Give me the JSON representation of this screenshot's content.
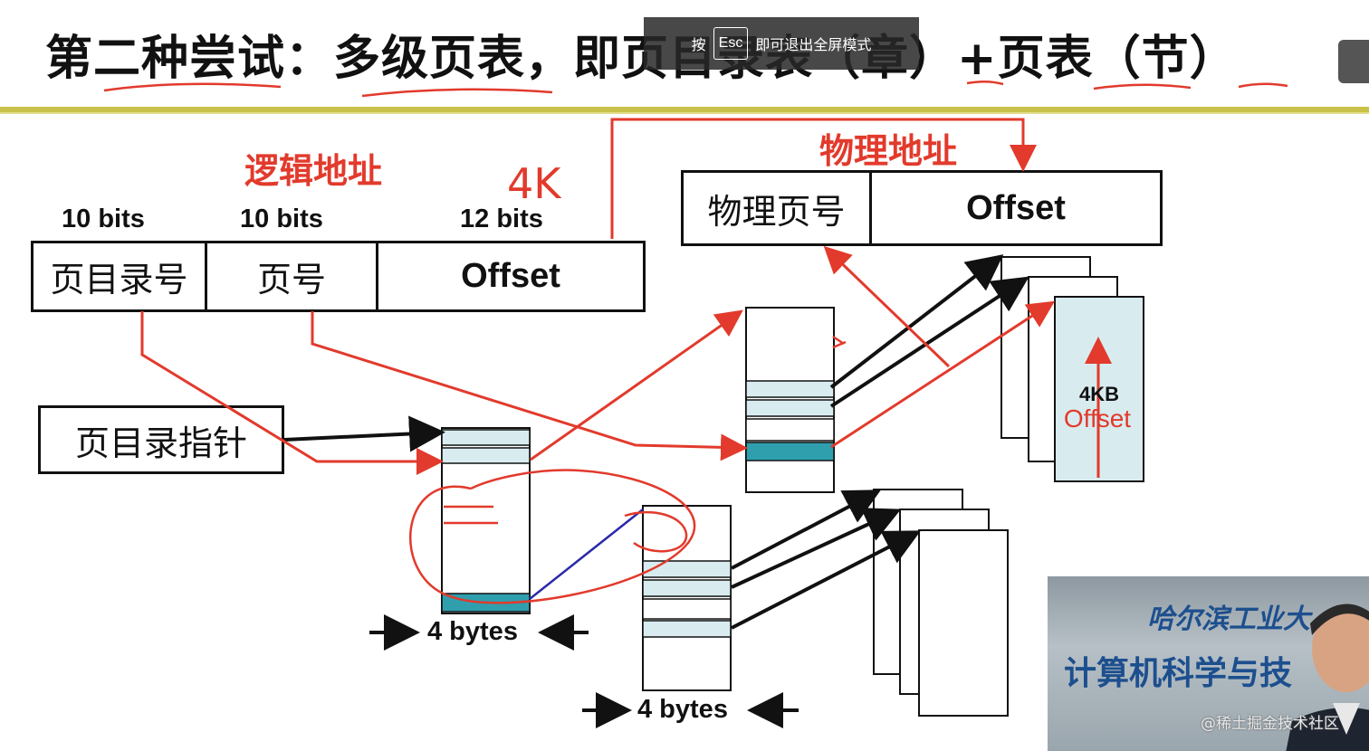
{
  "slide": {
    "title": "第二种尝试：多级页表，即页目录表（章）+页表（节）",
    "logical_label": "逻辑地址",
    "physical_label": "物理地址",
    "annotation_4k": "4K",
    "bits": {
      "dir": "10 bits",
      "page": "10 bits",
      "offset": "12 bits"
    },
    "logical_fields": {
      "dir": "页目录号",
      "page": "页号",
      "offset": "Offset"
    },
    "physical_fields": {
      "frame": "物理页号",
      "offset": "Offset"
    },
    "dir_pointer": "页目录指针",
    "bytes_1": "4 bytes",
    "bytes_2": "4 bytes",
    "page_size": "4KB",
    "page_offset": "Offset"
  },
  "overlay": {
    "esc_prefix": "按",
    "esc_key": "Esc",
    "esc_suffix": "即可退出全屏模式"
  },
  "video": {
    "university": "哈尔滨工业大",
    "department": "计算机科学与技"
  },
  "watermark": "@稀土掘金技术社区",
  "colors": {
    "red": "#e23a2c",
    "rule": "#c9c24a",
    "entry": "#d8ecf0",
    "teal": "#2f9fae"
  },
  "icons": {
    "fullscreen_exit": "exit-fullscreen-icon"
  }
}
